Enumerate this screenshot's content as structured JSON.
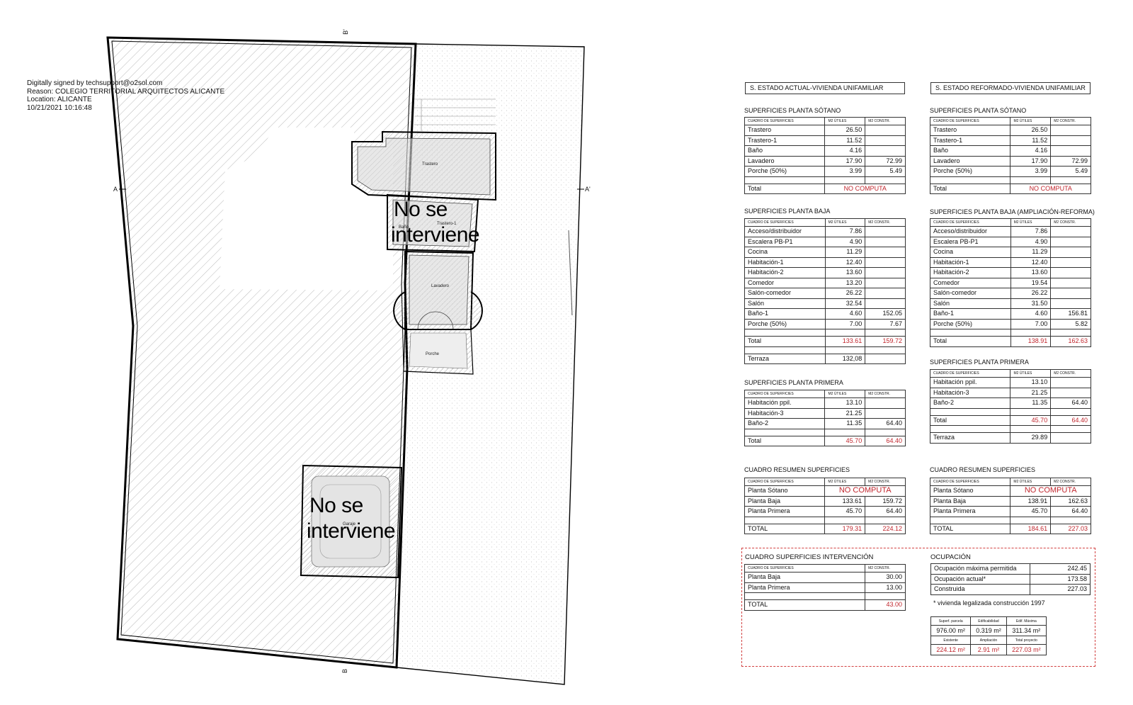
{
  "signature": {
    "line1": "Digitally signed by techsupport@o2sol.com",
    "line2": "Reason: COLEGIO TERRITORIAL ARQUITECTOS ALICANTE",
    "line3": "Location: ALICANTE",
    "line4": "10/21/2021 10:16:48"
  },
  "plan": {
    "section_a": "A",
    "section_a2": "A'",
    "section_b_top": "B'",
    "section_b_bottom": "B",
    "no_se_1a": "No se",
    "no_se_1b": "interviene",
    "no_se_2a": "No se",
    "no_se_2b": "interviene",
    "rooms": {
      "trastero": "Trastero",
      "trastero1": "Trastero-1",
      "bano": "Baño",
      "lavadero": "Lavadero",
      "porche": "Porche",
      "garaje": "Garaje"
    }
  },
  "left": {
    "header": "S. ESTADO ACTUAL-VIVIENDA UNIFAMILIAR",
    "sotano": {
      "title": "SUPERFICIES PLANTA SÓTANO",
      "cols": [
        "CUADRO DE SUPERFICIES",
        "M2 ÚTILES",
        "M2 CONSTR."
      ],
      "rows": [
        [
          "Trastero",
          "26.50",
          ""
        ],
        [
          "Trastero-1",
          "11.52",
          ""
        ],
        [
          "Baño",
          "4.16",
          ""
        ],
        [
          "Lavadero",
          "17.90",
          "72.99"
        ],
        [
          "Porche (50%)",
          "3.99",
          "5.49"
        ]
      ],
      "total_label": "Total",
      "total_value": "NO COMPUTA"
    },
    "baja": {
      "title": "SUPERFICIES PLANTA BAJA",
      "cols": [
        "CUADRO DE SUPERFICIES",
        "M2 ÚTILES",
        "M2 CONSTR."
      ],
      "rows": [
        [
          "Acceso/distribuidor",
          "7.86",
          ""
        ],
        [
          "Escalera PB-P1",
          "4.90",
          ""
        ],
        [
          "Cocina",
          "11.29",
          ""
        ],
        [
          "Habitación-1",
          "12.40",
          ""
        ],
        [
          "Habitación-2",
          "13.60",
          ""
        ],
        [
          "Comedor",
          "13.20",
          ""
        ],
        [
          "Salón-comedor",
          "26.22",
          ""
        ],
        [
          "Salón",
          "32.54",
          ""
        ],
        [
          "Baño-1",
          "4.60",
          "152.05"
        ],
        [
          "Porche (50%)",
          "7.00",
          "7.67"
        ]
      ],
      "total_label": "Total",
      "total_util": "133.61",
      "total_constr": "159.72",
      "terraza_label": "Terraza",
      "terraza_value": "132,08"
    },
    "primera": {
      "title": "SUPERFICIES PLANTA PRIMERA",
      "cols": [
        "CUADRO DE SUPERFICIES",
        "M2 ÚTILES",
        "M2 CONSTR."
      ],
      "rows": [
        [
          "Habitación ppil.",
          "13.10",
          ""
        ],
        [
          "Habitación-3",
          "21.25",
          ""
        ],
        [
          "Baño-2",
          "11.35",
          "64.40"
        ]
      ],
      "total_label": "Total",
      "total_util": "45.70",
      "total_constr": "64.40"
    },
    "resumen": {
      "title": "CUADRO RESUMEN SUPERFICIES",
      "cols": [
        "CUADRO DE SUPERFICIES",
        "M2 ÚTILES",
        "M2 CONSTR."
      ],
      "sotano_label": "Planta Sótano",
      "sotano_value": "NO COMPUTA",
      "rows": [
        [
          "Planta Baja",
          "133.61",
          "159.72"
        ],
        [
          "Planta Primera",
          "45.70",
          "64.40"
        ]
      ],
      "total_label": "TOTAL",
      "total_util": "179.31",
      "total_constr": "224.12"
    },
    "intervencion": {
      "title": "CUADRO SUPERFICIES INTERVENCIÓN",
      "cols": [
        "CUADRO DE SUPERFICIES",
        "M2 CONSTR."
      ],
      "rows": [
        [
          "Planta Baja",
          "30.00"
        ],
        [
          "Planta Primera",
          "13.00"
        ]
      ],
      "total_label": "TOTAL",
      "total_value": "43.00"
    }
  },
  "right": {
    "header": "S. ESTADO REFORMADO-VIVIENDA UNIFAMILIAR",
    "sotano": {
      "title": "SUPERFICIES PLANTA SÓTANO",
      "cols": [
        "CUADRO DE SUPERFICIES",
        "M2 ÚTILES",
        "M2 CONSTR."
      ],
      "rows": [
        [
          "Trastero",
          "26.50",
          ""
        ],
        [
          "Trastero-1",
          "11.52",
          ""
        ],
        [
          "Baño",
          "4.16",
          ""
        ],
        [
          "Lavadero",
          "17.90",
          "72.99"
        ],
        [
          "Porche (50%)",
          "3.99",
          "5.49"
        ]
      ],
      "total_label": "Total",
      "total_value": "NO COMPUTA"
    },
    "baja": {
      "title": "SUPERFICIES PLANTA BAJA (AMPLIACIÓN-REFORMA)",
      "cols": [
        "CUADRO DE SUPERFICIES",
        "M2 ÚTILES",
        "M2 CONSTR."
      ],
      "rows": [
        [
          "Acceso/distribuidor",
          "7.86",
          ""
        ],
        [
          "Escalera PB-P1",
          "4.90",
          ""
        ],
        [
          "Cocina",
          "11.29",
          ""
        ],
        [
          "Habitación-1",
          "12.40",
          ""
        ],
        [
          "Habitación-2",
          "13.60",
          ""
        ],
        [
          "Comedor",
          "19.54",
          ""
        ],
        [
          "Salón-comedor",
          "26.22",
          ""
        ],
        [
          "Salón",
          "31.50",
          ""
        ],
        [
          "Baño-1",
          "4.60",
          "156.81"
        ],
        [
          "Porche (50%)",
          "7.00",
          "5.82"
        ]
      ],
      "total_label": "Total",
      "total_util": "138.91",
      "total_constr": "162.63"
    },
    "primera": {
      "title": "SUPERFICIES PLANTA PRIMERA",
      "cols": [
        "CUADRO DE SUPERFICIES",
        "M2 ÚTILES",
        "M2 CONSTR."
      ],
      "rows": [
        [
          "Habitación ppil.",
          "13.10",
          ""
        ],
        [
          "Habitación-3",
          "21.25",
          ""
        ],
        [
          "Baño-2",
          "11.35",
          "64.40"
        ]
      ],
      "total_label": "Total",
      "total_util": "45.70",
      "total_constr": "64.40",
      "terraza_label": "Terraza",
      "terraza_value": "29.89"
    },
    "resumen": {
      "title": "CUADRO RESUMEN SUPERFICIES",
      "cols": [
        "CUADRO DE SUPERFICIES",
        "M2 ÚTILES",
        "M2 CONSTR."
      ],
      "sotano_label": "Planta Sótano",
      "sotano_value": "NO COMPUTA",
      "rows": [
        [
          "Planta Baja",
          "138.91",
          "162.63"
        ],
        [
          "Planta Primera",
          "45.70",
          "64.40"
        ]
      ],
      "total_label": "TOTAL",
      "total_util": "184.61",
      "total_constr": "227.03"
    },
    "ocupacion": {
      "title": "OCUPACIÓN",
      "rows": [
        [
          "Ocupación máxima permitida",
          "242.45"
        ],
        [
          "Ocupación actual*",
          "173.58"
        ],
        [
          "Construida",
          "227.03"
        ]
      ],
      "note": "* vivienda legalizada construcción 1997",
      "mini_h1": [
        "Superf. parcela",
        "Edificabilidad",
        "Edif. Máxima"
      ],
      "mini_v1": [
        "976.00 m²",
        "0.319 m²",
        "311.34 m²"
      ],
      "mini_h2": [
        "Existente",
        "Ampliación",
        "Total proyecto"
      ],
      "mini_v2": [
        "224.12 m²",
        "2.91 m²",
        "227.03 m²"
      ]
    }
  }
}
